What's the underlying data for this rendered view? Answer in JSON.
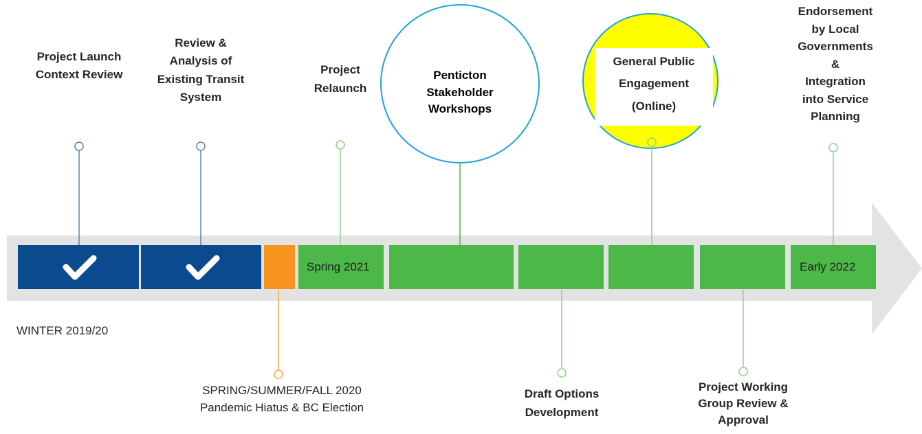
{
  "timeline": {
    "start_label": "WINTER 2019/20",
    "pause": {
      "line1": "SPRING/SUMMER/FALL 2020",
      "line2": "Pandemic Hiatus & BC Election"
    },
    "segment_labels": {
      "spring_2021": "Spring 2021",
      "early_2022": "Early 2022"
    },
    "milestones_above": [
      {
        "id": "project-launch",
        "lines": [
          "Project Launch",
          "Context Review"
        ],
        "status": "complete"
      },
      {
        "id": "review-analysis",
        "lines": [
          "Review &",
          "Analysis of",
          "Existing Transit",
          "System"
        ],
        "status": "complete"
      },
      {
        "id": "project-relaunch",
        "lines": [
          "Project",
          "Relaunch"
        ],
        "status": "upcoming"
      },
      {
        "id": "stakeholder-workshops",
        "lines": [
          "Penticton",
          "Stakeholder",
          "Workshops"
        ],
        "status": "highlighted"
      },
      {
        "id": "public-engagement",
        "lines": [
          "General Public",
          "Engagement",
          "(Online)"
        ],
        "status": "current"
      },
      {
        "id": "endorsement",
        "lines": [
          "Endorsement",
          "by Local",
          "Governments",
          "&",
          "Integration",
          "into Service",
          "Planning"
        ],
        "status": "upcoming"
      }
    ],
    "milestones_below": [
      {
        "id": "draft-options",
        "lines": [
          "Draft Options",
          "Development"
        ]
      },
      {
        "id": "working-group-review",
        "lines": [
          "Project Working",
          "Group Review &",
          "Approval"
        ]
      }
    ]
  },
  "colors": {
    "complete": "#0b4a8f",
    "hiatus": "#f7941d",
    "upcoming": "#4cb848",
    "arrow": "#e3e3e3",
    "highlight_fill": "#ffff00",
    "circle_stroke": "#1aa3dd",
    "blue_marker": "#5b80b2",
    "green_marker": "#8fd18a",
    "orange_marker": "#f7a74b"
  }
}
